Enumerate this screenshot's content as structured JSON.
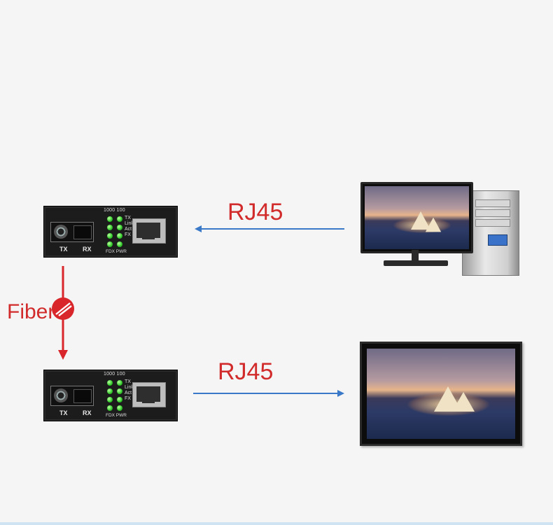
{
  "labels": {
    "top_link": "RJ45",
    "bottom_link": "RJ45",
    "fiber": "Fiber"
  },
  "converter": {
    "port_labels": {
      "tx": "TX",
      "rx": "RX"
    },
    "speed_header": "1000 100",
    "led_labels": [
      "TX",
      "Link",
      "Act",
      "FX"
    ],
    "footer_labels": "FDX PWR"
  },
  "colors": {
    "link_arrow": "#3a78c8",
    "fiber_arrow": "#d8262b",
    "label_text": "#d12b2b",
    "led_green": "#31c92a"
  }
}
